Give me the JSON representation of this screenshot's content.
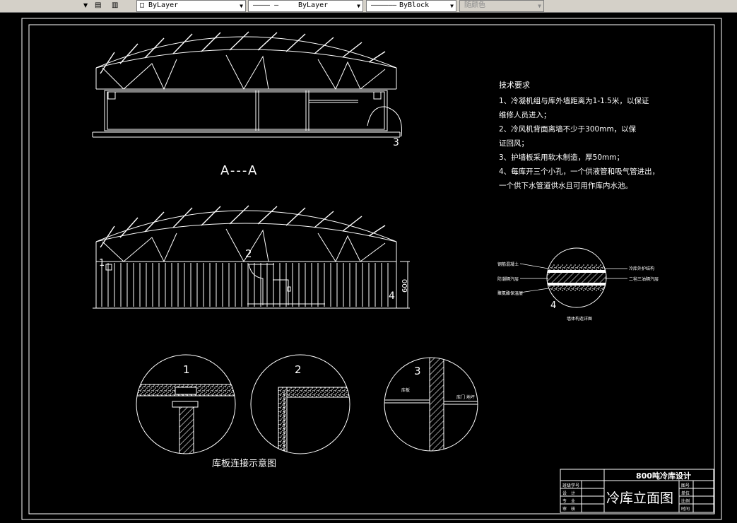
{
  "toolbar": {
    "layer_value": "ByLayer",
    "linetype_value": "ByLayer",
    "lineweight_value": "ByBlock",
    "color_value": "随颜色"
  },
  "drawing": {
    "section_label": "A---A",
    "detail_labels": [
      "1",
      "2",
      "3",
      "4"
    ],
    "height_dim": "600",
    "tech_title": "技术要求",
    "tech_lines": [
      "1、冷凝机组与库外墙距离为1-1.5米，以保证",
      "维修人员进入；",
      "2、冷风机背面离墙不少于300mm，以保",
      "证回风；",
      "3、护墙板采用软木制造，厚50mm；",
      "4、每库开三个小孔，一个供液管和吸气管进出，",
      "一个供下水管道供水且可用作库内水池。"
    ],
    "wall_labels_left": [
      "钢筋混凝土",
      "防潮隔汽层",
      "聚氨酯保温层"
    ],
    "wall_labels_right": [
      "冷库外护结构",
      "二毡三油隔汽层"
    ],
    "wall_caption": "墙体构造详图",
    "detail3_labels": [
      "库板",
      "库门 地坪"
    ],
    "connection_caption": "库板连接示意图",
    "title_block": {
      "project": "800吨冷库设计",
      "drawing_name": "冷库立面图",
      "left_rows": [
        "班级学号",
        "设　计",
        "专　业",
        "审　核"
      ],
      "right_rows": [
        "图号",
        "单位",
        "比例",
        "时间"
      ]
    }
  }
}
